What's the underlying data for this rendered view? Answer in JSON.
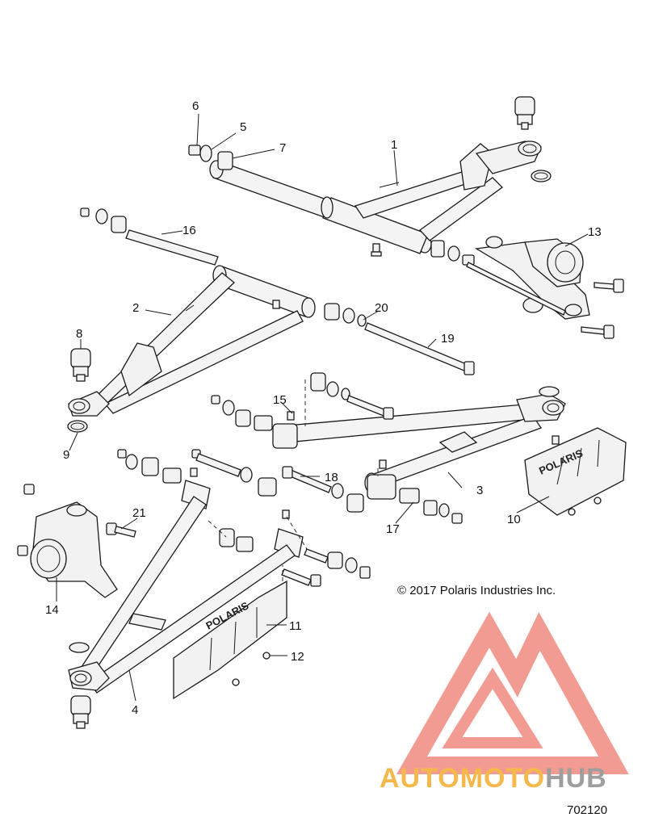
{
  "callouts": [
    "1",
    "2",
    "3",
    "4",
    "5",
    "6",
    "7",
    "8",
    "9",
    "10",
    "11",
    "12",
    "13",
    "14",
    "15",
    "16",
    "17",
    "18",
    "19",
    "20",
    "21"
  ],
  "copyright": "© 2017 Polaris Industries Inc.",
  "figure_number": "702120",
  "guard_brand": "POLARIS",
  "watermark": {
    "part1": "AUTOMOTO",
    "part2": "HUB",
    "color_primary": "#f08a80",
    "color_secondary": "#f5c04a",
    "color_hub": "#9e9e9e"
  }
}
